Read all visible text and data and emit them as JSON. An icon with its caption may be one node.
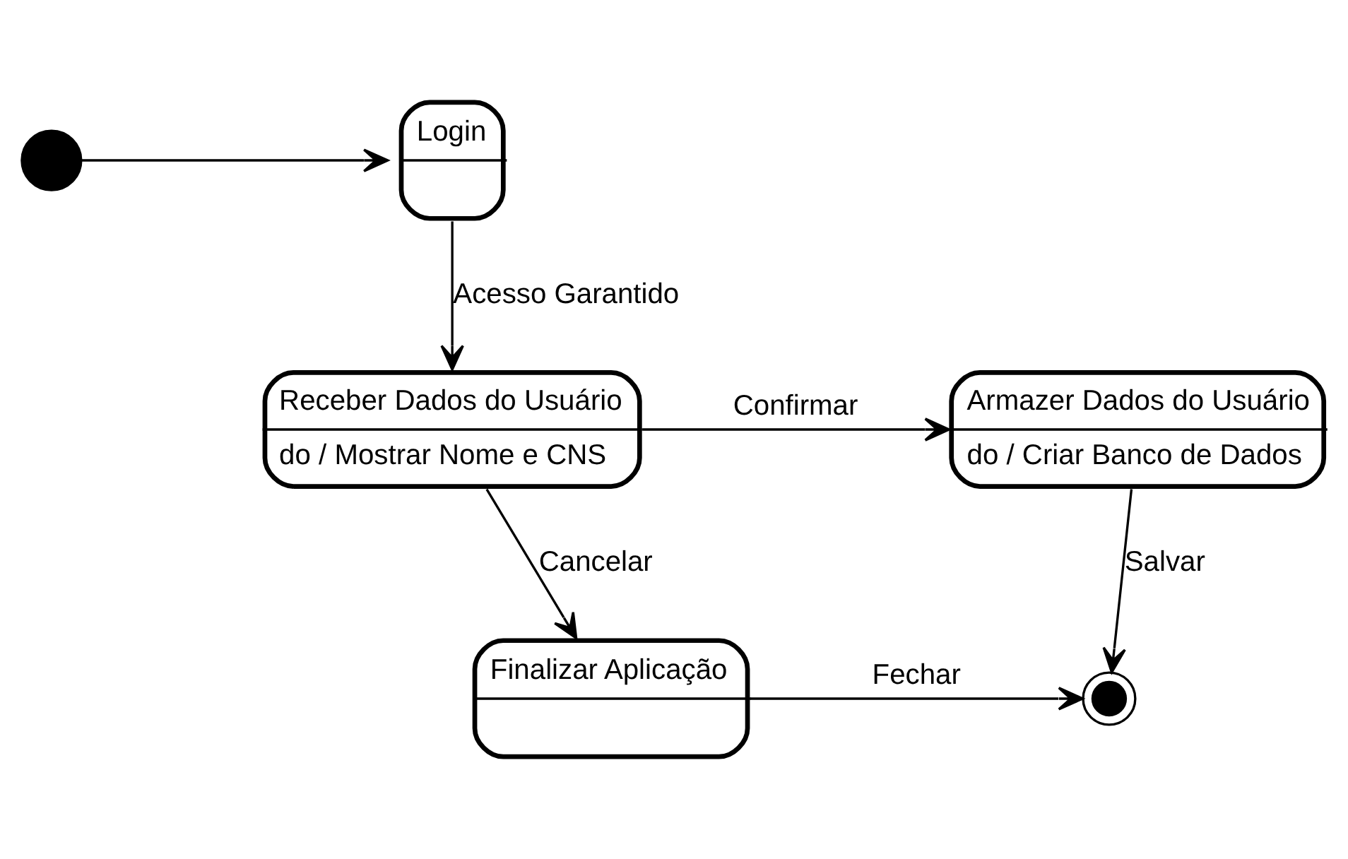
{
  "diagram": {
    "nodes": [
      {
        "text": [],
        "shape": "circle"
      },
      {
        "text": [
          "Login"
        ]
      },
      {
        "text": [
          "Receber Dados do Usuário",
          "do / Mostrar Nome e CNS"
        ]
      },
      {
        "text": [
          "Armazer Dados do Usuário",
          "do / Criar Banco de Dados"
        ]
      },
      {
        "text": [
          "Finalizar Aplicação"
        ]
      },
      {
        "text": [],
        "shape": "circle"
      }
    ],
    "edges": [
      {
        "from": 0,
        "to": 1,
        "arrow": "to"
      },
      {
        "from": 1,
        "to": 2,
        "arrow": "to",
        "label": "Acesso Garantido"
      },
      {
        "from": 2,
        "to": 3,
        "arrow": "to",
        "label": "Confirmar"
      },
      {
        "from": 2,
        "to": 4,
        "arrow": "to",
        "label": "Cancelar"
      },
      {
        "from": 3,
        "to": 5,
        "arrow": "to",
        "label": "Salvar"
      },
      {
        "from": 4,
        "to": 5,
        "arrow": "to",
        "label": "Fechar"
      }
    ]
  }
}
